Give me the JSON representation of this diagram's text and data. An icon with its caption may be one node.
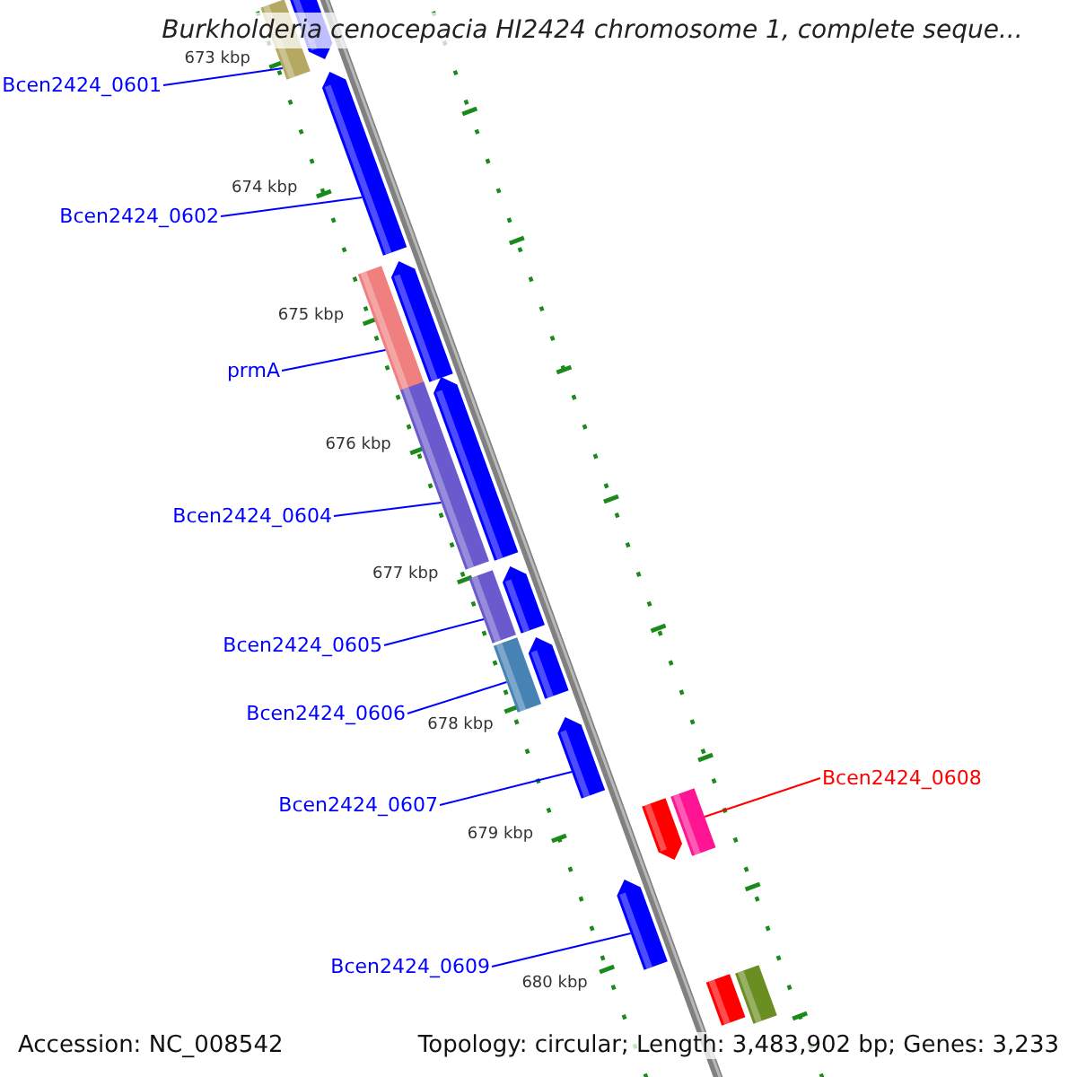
{
  "diagram": {
    "title": "Burkholderia cenocepacia HI2424 chromosome 1, complete seque...",
    "nodes": [
      {
        "text": [
          "Bcen2424_0601"
        ]
      },
      {
        "text": [],
        "shape": "bar"
      },
      {
        "text": [
          "Bcen2424_0602"
        ]
      },
      {
        "text": [],
        "shape": "arrow"
      },
      {
        "text": [
          "prmA"
        ]
      },
      {
        "text": [],
        "shape": "bar"
      },
      {
        "text": [
          "Bcen2424_0604"
        ]
      },
      {
        "text": [],
        "shape": "bar"
      },
      {
        "text": [
          "Bcen2424_0605"
        ]
      },
      {
        "text": [],
        "shape": "bar"
      },
      {
        "text": [
          "Bcen2424_0606"
        ]
      },
      {
        "text": [],
        "shape": "bar"
      },
      {
        "text": [
          "Bcen2424_0607"
        ]
      },
      {
        "text": [],
        "shape": "arrow"
      },
      {
        "text": [
          "Bcen2424_0608"
        ]
      },
      {
        "text": [],
        "shape": "bar"
      },
      {
        "text": [
          "Bcen2424_0609"
        ]
      },
      {
        "text": [],
        "shape": "arrow"
      },
      {
        "text": [],
        "shape": "arrow"
      },
      {
        "text": [],
        "shape": "arrow"
      },
      {
        "text": [],
        "shape": "arrow"
      },
      {
        "text": [],
        "shape": "arrow"
      },
      {
        "text": [],
        "shape": "arrow"
      },
      {
        "text": [],
        "shape": "arrow"
      },
      {
        "text": [],
        "shape": "bar"
      },
      {
        "text": [],
        "shape": "bar"
      }
    ],
    "edges": [
      {
        "from": 0,
        "to": 1,
        "arrow": "none"
      },
      {
        "from": 2,
        "to": 3,
        "arrow": "none"
      },
      {
        "from": 4,
        "to": 5,
        "arrow": "none"
      },
      {
        "from": 6,
        "to": 7,
        "arrow": "none"
      },
      {
        "from": 8,
        "to": 9,
        "arrow": "none"
      },
      {
        "from": 10,
        "to": 11,
        "arrow": "none"
      },
      {
        "from": 12,
        "to": 13,
        "arrow": "none"
      },
      {
        "from": 14,
        "to": 15,
        "arrow": "none",
        "color": "#ff0000"
      },
      {
        "from": 16,
        "to": 17,
        "arrow": "none"
      }
    ],
    "labels": [
      "673 kbp",
      "674 kbp",
      "675 kbp",
      "676 kbp",
      "677 kbp",
      "678 kbp",
      "679 kbp",
      "680 kbp",
      "Accession: NC_008542",
      "Topology: circular; Length: 3,483,902 bp; Genes: 3,233"
    ]
  }
}
